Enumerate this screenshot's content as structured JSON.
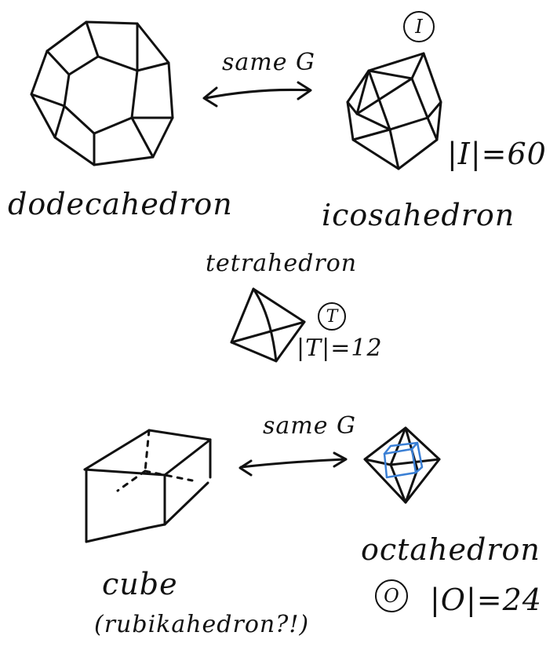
{
  "colors": {
    "ink": "#111111",
    "highlight": "#3a7fd5"
  },
  "top": {
    "left_label": "dodecahedron",
    "right_label": "icosahedron",
    "arrow_label": "same G",
    "group_symbol": "I",
    "order": "|I|=60"
  },
  "middle": {
    "label": "tetrahedron",
    "group_symbol": "T",
    "order": "|T|=12"
  },
  "bottom": {
    "left_label": "cube",
    "left_sublabel": "(rubikahedron?!)",
    "right_label": "octahedron",
    "arrow_label": "same G",
    "group_symbol": "O",
    "order": "|O|=24"
  }
}
